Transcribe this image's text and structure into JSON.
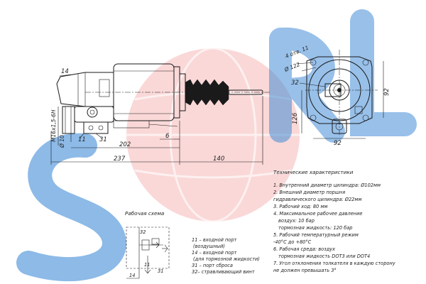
{
  "watermark": {
    "text": "SORL",
    "colors": {
      "blue": "#2d7fd2",
      "red": "#e23a3a"
    }
  },
  "drawing": {
    "dimensions": {
      "port14": "14",
      "thread": "M16x1,5-6H",
      "dia10": "Ø 10",
      "port11": "11",
      "port31": "31",
      "len202": "202",
      "len6": "6",
      "len237": "237",
      "len140": "140",
      "holes": "4 отв. 11",
      "dia122": "Ø 122",
      "port32": "32",
      "h92": "92",
      "h126": "126",
      "w92": "92"
    }
  },
  "specs": {
    "title": "Технические характеристики",
    "lines": [
      "1. Внутренний диаметр цилиндра: Ø102мм",
      "2. Внешний диаметр поршня",
      "гидравлического цилиндра: Ø22мм",
      "3. Рабочий ход: 80 мм",
      "4. Максимальное рабочее давление",
      "воздух: 10 бар",
      "тормозная жидкость: 120 бар",
      "5. Рабочий температурный режим",
      "-40°С до +80°С",
      "6. Рабочая среда: воздух",
      "тормозная жидкость DOT3 или DOT4",
      "7. Угол отклонения толкателя в каждую сторону",
      "не должен превышать 3°"
    ]
  },
  "schema": {
    "title": "Рабочая схема",
    "labels": {
      "p32": "32",
      "p11": "11",
      "p14": "14",
      "p31": "31"
    },
    "legend": [
      "11 – входной порт",
      "(воздушный)",
      "14 – входной порт",
      "(для тормозной жидкости)",
      "31 – порт сброса",
      "32– стравливающий винт"
    ]
  }
}
